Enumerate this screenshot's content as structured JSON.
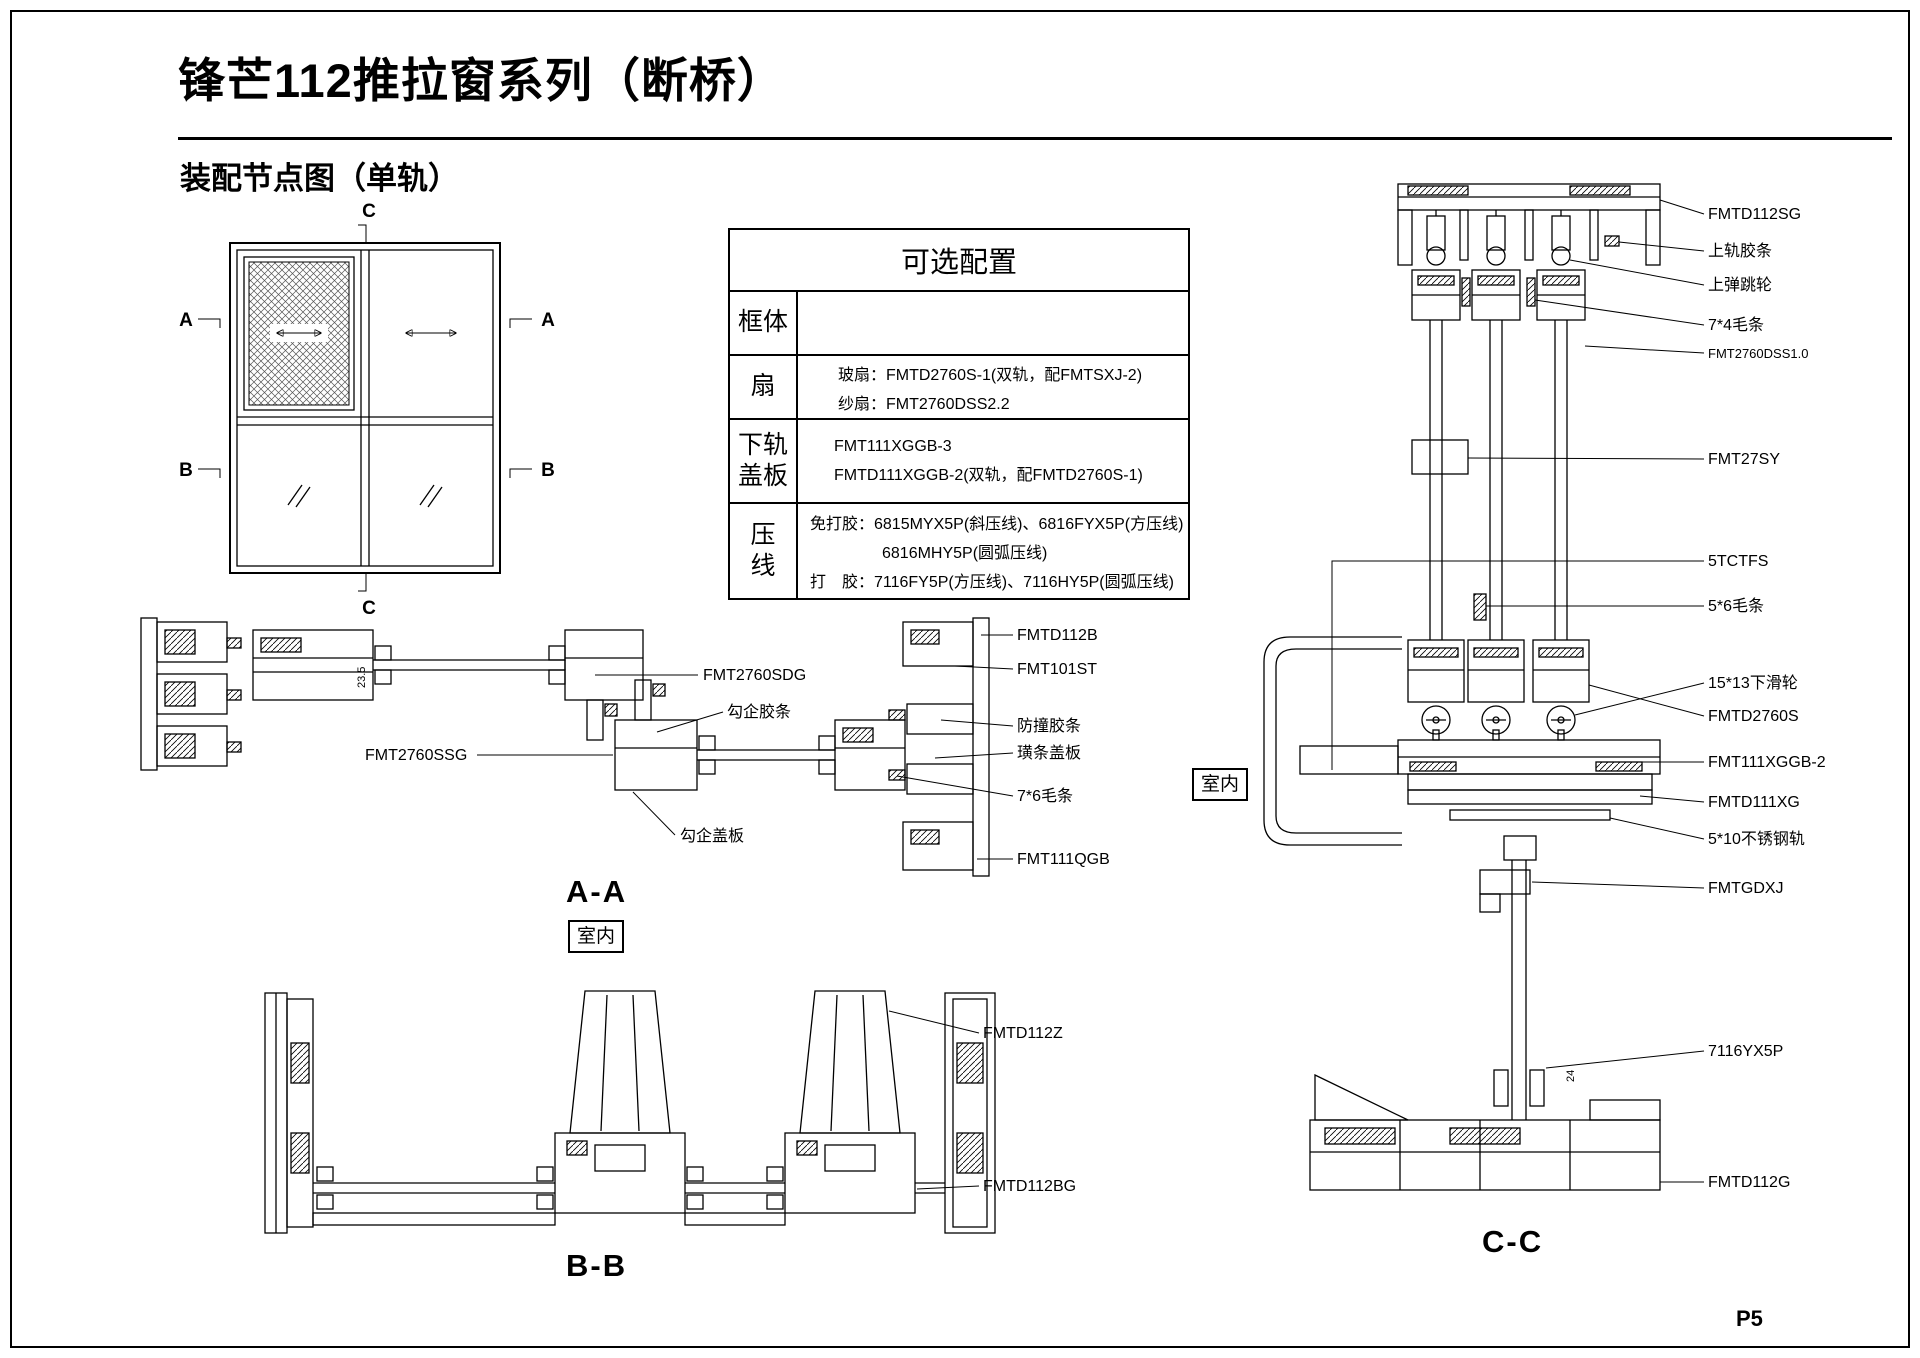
{
  "page": {
    "title": "锋芒112推拉窗系列（断桥）",
    "subtitle": "装配节点图（单轨）",
    "page_number": "P5"
  },
  "elevation": {
    "marker_a": "A",
    "marker_b": "B",
    "marker_c": "C"
  },
  "config_table": {
    "title": "可选配置",
    "rows": [
      {
        "label": "框体",
        "lines": []
      },
      {
        "label": "扇",
        "lines": [
          "玻扇：FMTD2760S-1(双轨，配FMTSXJ-2)",
          "纱扇：FMT2760DSS2.2"
        ]
      },
      {
        "label": "下轨\n盖板",
        "lines": [
          "FMT111XGGB-3",
          "FMTD111XGGB-2(双轨，配FMTD2760S-1)"
        ]
      },
      {
        "label": "压\n线",
        "lines": [
          "免打胶：6815MYX5P(斜压线)、6816FYX5P(方压线)",
          "6816MHY5P(圆弧压线)",
          "打　胶：7116FY5P(方压线)、7116HY5P(圆弧压线)"
        ]
      }
    ]
  },
  "section_aa": {
    "title": "A-A",
    "interior_label": "室内",
    "dim": "23.5",
    "labels": {
      "sdg": "FMT2760SDG",
      "ssg": "FMT2760SSG",
      "gouqi_jiaotiao": "勾企胶条",
      "gouqi_gaiban": "勾企盖板",
      "fmtd112b": "FMTD112B",
      "fmt101st": "FMT101ST",
      "fangzhuang": "防撞胶条",
      "huangtiao": "璜条盖板",
      "maotiao76": "7*6毛条",
      "fmt111qgb": "FMT111QGB"
    }
  },
  "section_bb": {
    "title": "B-B",
    "labels": {
      "fmtd112z": "FMTD112Z",
      "fmtd112bg": "FMTD112BG"
    }
  },
  "section_cc": {
    "title": "C-C",
    "interior_label": "室内",
    "dim": "24",
    "labels": {
      "fmtd112sg": "FMTD112SG",
      "shanggui_jiaotiao": "上轨胶条",
      "shangtan_tiaolun": "上弹跳轮",
      "maotiao74": "7*4毛条",
      "fmt2760dss": "FMT2760DSS1.0",
      "fmt27sy": "FMT27SY",
      "tctfs": "5TCTFS",
      "maotiao56": "5*6毛条",
      "xiahualun": "15*13下滑轮",
      "fmtd2760s": "FMTD2760S",
      "fmt111xggb2": "FMT111XGGB-2",
      "fmtd111xg": "FMTD111XG",
      "buxiugang": "5*10不锈钢轨",
      "fmtgdxj": "FMTGDXJ",
      "yx5p": "7116YX5P",
      "fmtd112g": "FMTD112G"
    }
  }
}
